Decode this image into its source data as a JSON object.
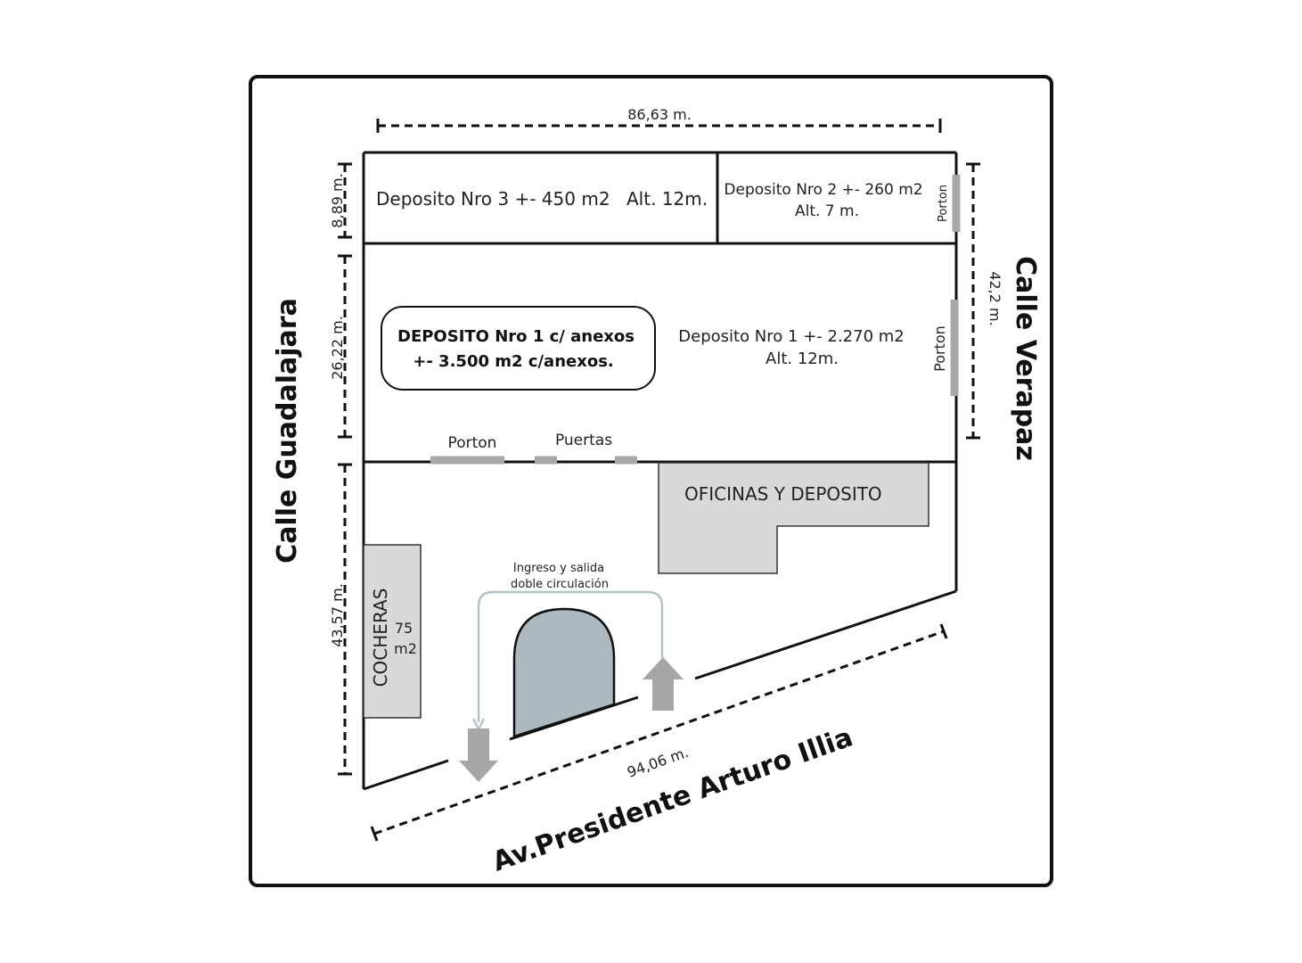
{
  "streets": {
    "left": "Calle Guadalajara",
    "right": "Calle Verapaz",
    "bottom": "Av.Presidente Arturo Illia"
  },
  "dimensions": {
    "top": "86,63 m.",
    "left_top": "8,89 m.",
    "left_middle": "26,22 m.",
    "left_bottom": "43,57 m.",
    "right": "42,2 m.",
    "bottom": "94,06 m."
  },
  "rooms": {
    "deposito3": {
      "label": "Deposito Nro 3 +- 450 m2",
      "height": "Alt. 12m."
    },
    "deposito2": {
      "label": "Deposito Nro 2 +- 260 m2",
      "height": "Alt. 7 m."
    },
    "deposito1": {
      "label": "Deposito Nro 1 +- 2.270 m2",
      "height": "Alt. 12m."
    },
    "deposito1_box": {
      "line1": "DEPOSITO Nro 1 c/ anexos",
      "line2": "+- 3.500 m2 c/anexos."
    },
    "oficinas": "OFICINAS Y DEPOSITO",
    "cocheras": {
      "label": "COCHERAS",
      "area_line1": "75",
      "area_line2": "m2"
    }
  },
  "openings": {
    "porton_top_right": "Porton",
    "porton_mid_right": "Porton",
    "porton_bottom": "Porton",
    "puertas": "Puertas"
  },
  "access": {
    "line1": "Ingreso y salida",
    "line2": "doble circulación"
  },
  "colors": {
    "border": "#111111",
    "building_fill": "#d9d9d9",
    "arrow": "#a6a6a6",
    "island": "#adb9bf",
    "route": "#b7c2c7"
  }
}
